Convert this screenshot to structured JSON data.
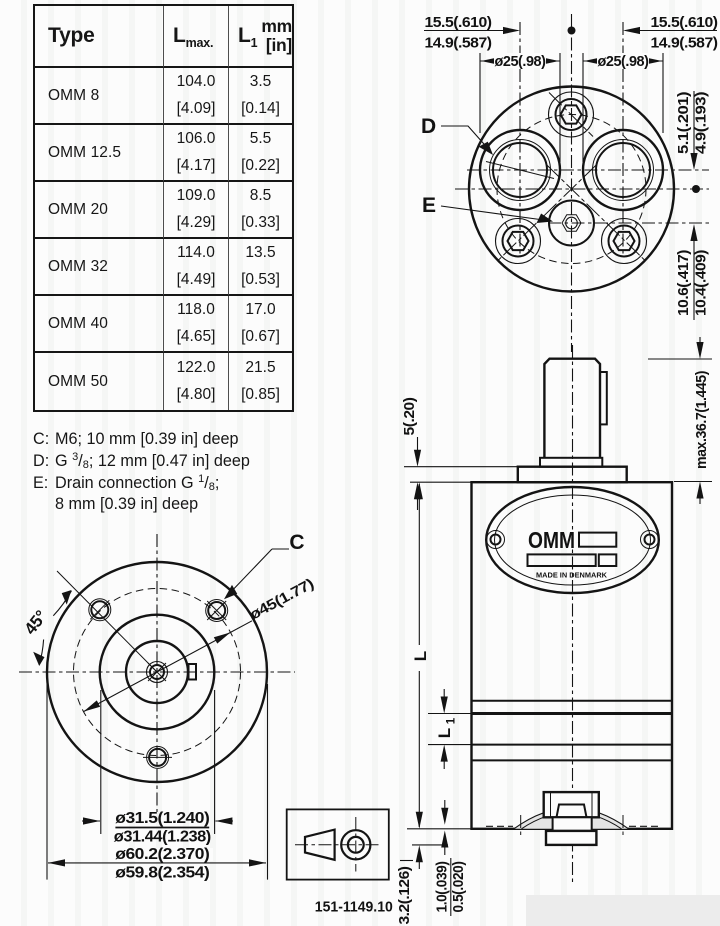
{
  "table": {
    "headers": {
      "type": "Type",
      "lmax_base": "L",
      "lmax_sub": "max.",
      "l1_base": "L",
      "l1_sub": "1",
      "unit_mm": "mm",
      "unit_in": "[in]"
    },
    "rows": [
      {
        "type": "OMM 8",
        "lmax_mm": "104.0",
        "lmax_in": "[4.09]",
        "l1_mm": "3.5",
        "l1_in": "[0.14]"
      },
      {
        "type": "OMM 12.5",
        "lmax_mm": "106.0",
        "lmax_in": "[4.17]",
        "l1_mm": "5.5",
        "l1_in": "[0.22]"
      },
      {
        "type": "OMM 20",
        "lmax_mm": "109.0",
        "lmax_in": "[4.29]",
        "l1_mm": "8.5",
        "l1_in": "[0.33]"
      },
      {
        "type": "OMM 32",
        "lmax_mm": "114.0",
        "lmax_in": "[4.49]",
        "l1_mm": "13.5",
        "l1_in": "[0.53]"
      },
      {
        "type": "OMM 40",
        "lmax_mm": "118.0",
        "lmax_in": "[4.65]",
        "l1_mm": "17.0",
        "l1_in": "[0.67]"
      },
      {
        "type": "OMM 50",
        "lmax_mm": "122.0",
        "lmax_in": "[4.80]",
        "l1_mm": "21.5",
        "l1_in": "[0.85]"
      }
    ]
  },
  "notes": {
    "c": {
      "label": "C:",
      "text": "M6; 10 mm [0.39 in] deep"
    },
    "d": {
      "label": "D:",
      "pre": "G ",
      "sup": "3",
      "slash": "/",
      "sub": "8",
      "post": "; 12 mm [0.47 in] deep"
    },
    "e": {
      "label": "E:",
      "pre": "Drain connection G ",
      "sup": "1",
      "slash": "/",
      "sub": "8",
      "post": ";",
      "line2": "8 mm [0.39 in] deep"
    }
  },
  "front_view": {
    "label_c": "C",
    "angle": "45°",
    "bolt_circle_dia": "ø45(1.77)",
    "pilot_dia_max": "ø31.5(1.240)",
    "pilot_dia_min": "ø31.44(1.238)",
    "flange_dia_max": "ø60.2(2.370)",
    "flange_dia_min": "ø59.8(2.354)"
  },
  "end_view": {
    "label_d": "D",
    "label_e": "E",
    "port_offset_left_mm": "15.5(.610)",
    "port_offset_left_in": "14.9(.587)",
    "port_offset_right_mm": "15.5(.610)",
    "port_offset_right_in": "14.9(.587)",
    "port_boss_dia_left": "ø25(.98)",
    "port_boss_dia_right": "ø25(.98)",
    "port_drop_mm": "5.1(.201)",
    "port_drop_in": "4.9(.193)",
    "drain_drop_mm": "10.6(.417)",
    "drain_drop_in": "10.4(.409)"
  },
  "side_view": {
    "shaft_step": "5(.20)",
    "max_shaft_height": "max.36.7(1.445)",
    "body_length": "L",
    "port_band_base": "L",
    "port_band_sub": "1",
    "plug_protrusion": "3.2(.126)",
    "end_tol_mm": "1.0(.039)",
    "end_tol_in": "0.5(.020)",
    "plate_brand": "OMM",
    "plate_origin": "MADE IN DENMARK"
  },
  "footer": {
    "part_number": "151-1149.10"
  }
}
